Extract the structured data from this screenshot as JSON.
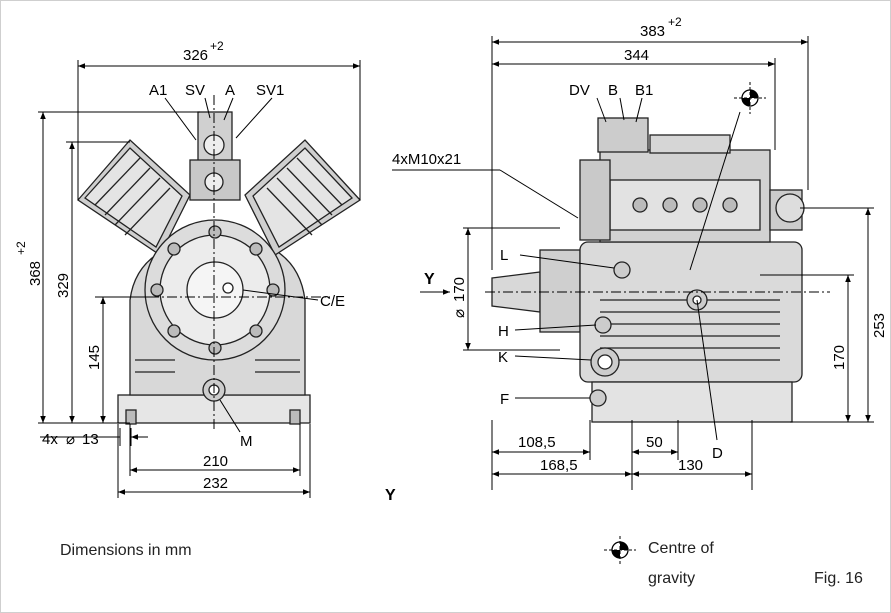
{
  "figure": {
    "caption_units": "Dimensions in mm",
    "figure_number": "Fig. 16",
    "legend_line1": "Centre of",
    "legend_line2": "gravity",
    "view_marker": "Y"
  },
  "front_view": {
    "width_top": "326",
    "width_top_tol": "+2",
    "height_overall": "368",
    "height_overall_tol": "+2",
    "height_329": "329",
    "height_145": "145",
    "holes": "4x",
    "holes_dia": "13",
    "base_210": "210",
    "base_232": "232",
    "labels": {
      "a1": "A1",
      "sv": "SV",
      "a": "A",
      "sv1": "SV1",
      "ce": "C/E",
      "m": "M"
    }
  },
  "side_view": {
    "width_top": "383",
    "width_top_tol": "+2",
    "width_344": "344",
    "thread": "4xM10x21",
    "shaft_dia": "170",
    "height_253": "253",
    "height_170": "170",
    "bottom_108": "108,5",
    "bottom_168": "168,5",
    "bottom_50": "50",
    "bottom_130": "130",
    "labels": {
      "dv": "DV",
      "b": "B",
      "b1": "B1",
      "l": "L",
      "h": "H",
      "k": "K",
      "f": "F",
      "d": "D",
      "y": "Y"
    }
  }
}
